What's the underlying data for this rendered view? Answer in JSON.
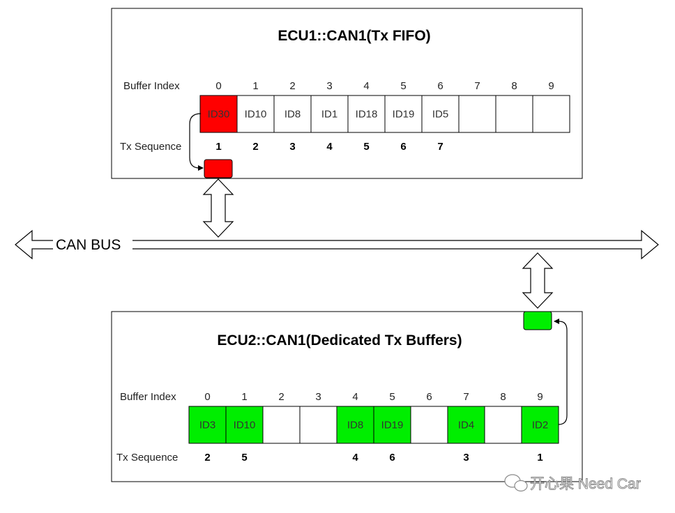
{
  "ecu1": {
    "title": "ECU1::CAN1(Tx FIFO)",
    "buffer_index_label": "Buffer Index",
    "tx_sequence_label": "Tx Sequence",
    "indices": [
      "0",
      "1",
      "2",
      "3",
      "4",
      "5",
      "6",
      "7",
      "8",
      "9"
    ],
    "cells": [
      "ID30",
      "ID10",
      "ID8",
      "ID1",
      "ID18",
      "ID19",
      "ID5",
      "",
      "",
      ""
    ],
    "sequence": [
      "1",
      "2",
      "3",
      "4",
      "5",
      "6",
      "7",
      "",
      "",
      ""
    ],
    "cell_colors": [
      "#ff0000",
      "#ffffff",
      "#ffffff",
      "#ffffff",
      "#ffffff",
      "#ffffff",
      "#ffffff",
      "#ffffff",
      "#ffffff",
      "#ffffff"
    ],
    "accent_color": "#ff0000"
  },
  "ecu2": {
    "title": "ECU2::CAN1(Dedicated Tx Buffers)",
    "buffer_index_label": "Buffer Index",
    "tx_sequence_label": "Tx Sequence",
    "indices": [
      "0",
      "1",
      "2",
      "3",
      "4",
      "5",
      "6",
      "7",
      "8",
      "9"
    ],
    "cells": [
      "ID3",
      "ID10",
      "",
      "",
      "ID8",
      "ID19",
      "",
      "ID4",
      "",
      "ID2"
    ],
    "sequence": [
      "2",
      "5",
      "",
      "",
      "4",
      "6",
      "",
      "3",
      "",
      "1"
    ],
    "cell_colors": [
      "#00ee00",
      "#00ee00",
      "#ffffff",
      "#ffffff",
      "#00ee00",
      "#00ee00",
      "#ffffff",
      "#00ee00",
      "#ffffff",
      "#00ee00"
    ],
    "accent_color": "#00ee00"
  },
  "bus": {
    "label": "CAN BUS"
  },
  "watermark": {
    "text": "开心果 Need Car"
  }
}
